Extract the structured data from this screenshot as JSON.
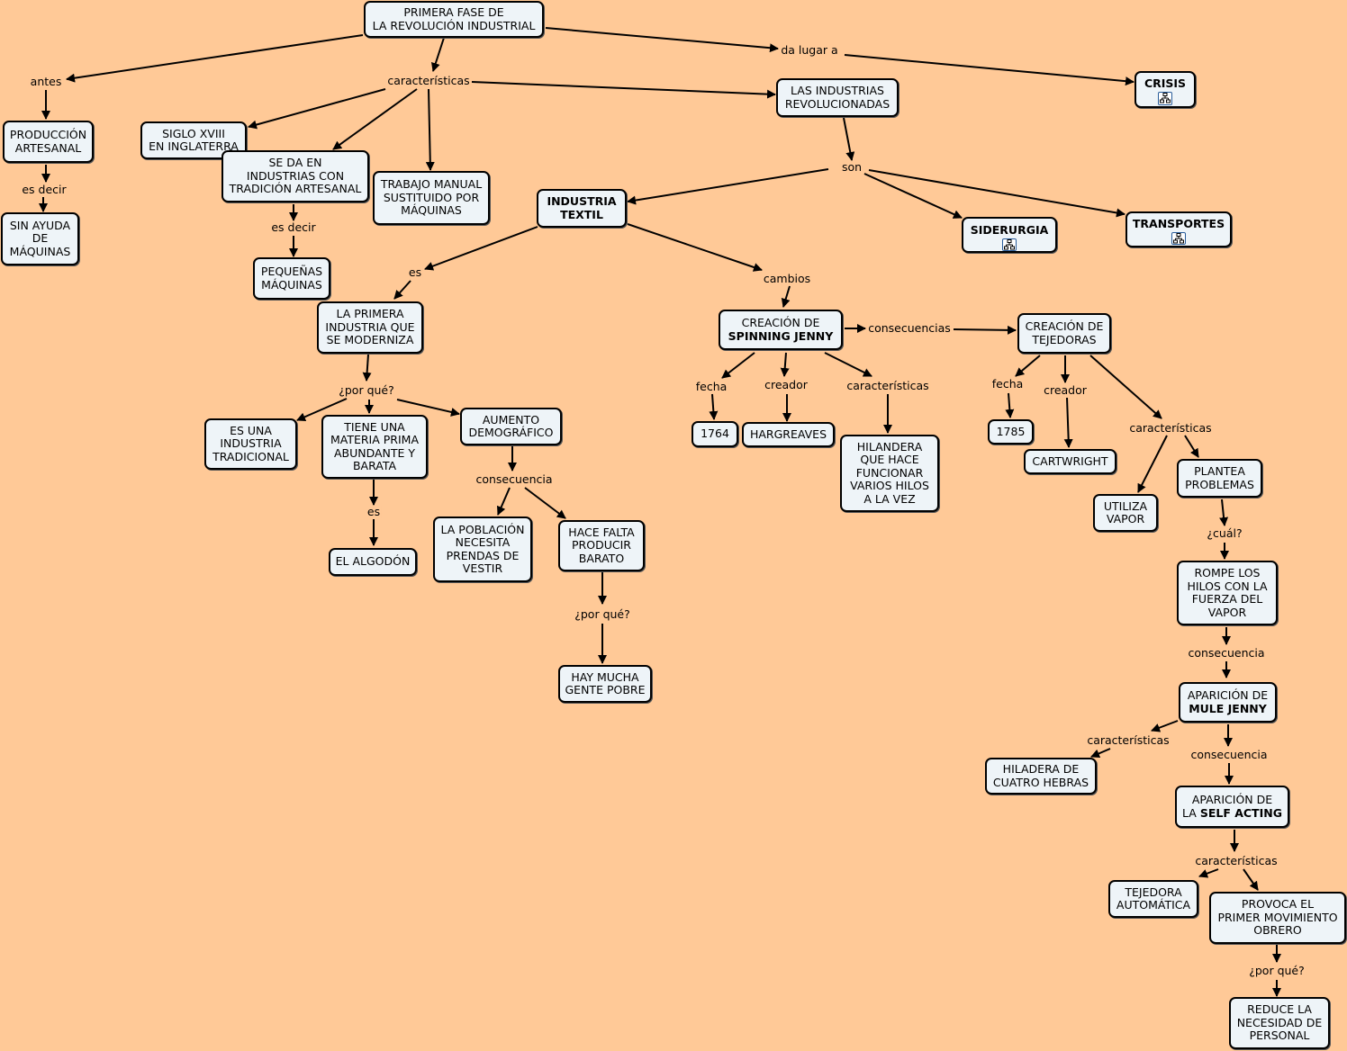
{
  "nodes": [
    {
      "id": "n_title",
      "text": "PRIMERA FASE DE\nLA REVOLUCIÓN INDUSTRIAL"
    },
    {
      "id": "n_crisis",
      "text": "CRISIS",
      "bold": true,
      "icon": "submap-icon"
    },
    {
      "id": "n_prod",
      "text": "PRODUCCIÓN\nARTESANAL"
    },
    {
      "id": "n_sinayuda",
      "text": "SIN AYUDA\nDE\nMÁQUINAS"
    },
    {
      "id": "n_siglo",
      "text": "SIGLO XVIII\nEN INGLATERRA"
    },
    {
      "id": "n_seda",
      "text": "SE DA EN\nINDUSTRIAS CON\nTRADICIÓN ARTESANAL"
    },
    {
      "id": "n_trabajo",
      "text": "TRABAJO MANUAL\nSUSTITUIDO POR\nMÁQUINAS"
    },
    {
      "id": "n_peq",
      "text": "PEQUEÑAS\nMÁQUINAS"
    },
    {
      "id": "n_indrev",
      "text": "LAS INDUSTRIAS\nREVOLUCIONADAS"
    },
    {
      "id": "n_textil",
      "text": "INDUSTRIA\nTEXTIL",
      "bold": true
    },
    {
      "id": "n_sider",
      "text": "SIDERURGIA",
      "bold": true,
      "icon": "submap-icon"
    },
    {
      "id": "n_transp",
      "text": "TRANSPORTES",
      "bold": true,
      "icon": "submap-icon"
    },
    {
      "id": "n_laprim",
      "text": "LA PRIMERA\nINDUSTRIA QUE\nSE MODERNIZA"
    },
    {
      "id": "n_esuna",
      "text": "ES UNA\nINDUSTRIA\nTRADICIONAL"
    },
    {
      "id": "n_tiene",
      "text": "TIENE UNA\nMATERIA PRIMA\nABUNDANTE Y\nBARATA"
    },
    {
      "id": "n_aumento",
      "text": "AUMENTO\nDEMOGRÁFICO"
    },
    {
      "id": "n_algodon",
      "text": "EL ALGODÓN"
    },
    {
      "id": "n_poblacion",
      "text": "LA POBLACIÓN\nNECESITA\nPRENDAS DE\nVESTIR"
    },
    {
      "id": "n_hacefalta",
      "text": "HACE FALTA\nPRODUCIR\nBARATO"
    },
    {
      "id": "n_haymucha",
      "text": "HAY MUCHA\nGENTE POBRE"
    },
    {
      "id": "n_spinning",
      "text": "CREACIÓN DE",
      "bold_line": "SPINNING JENNY"
    },
    {
      "id": "n_1764",
      "text": "1764"
    },
    {
      "id": "n_harg",
      "text": "HARGREAVES"
    },
    {
      "id": "n_hiland",
      "text": "HILANDERA\nQUE HACE\nFUNCIONAR\nVARIOS HILOS\nA LA VEZ"
    },
    {
      "id": "n_tejed",
      "text": "CREACIÓN DE\nTEJEDORAS"
    },
    {
      "id": "n_1785",
      "text": "1785"
    },
    {
      "id": "n_cart",
      "text": "CARTWRIGHT"
    },
    {
      "id": "n_utiliza",
      "text": "UTILIZA\nVAPOR"
    },
    {
      "id": "n_plantea",
      "text": "PLANTEA\nPROBLEMAS"
    },
    {
      "id": "n_rompe",
      "text": "ROMPE LOS\nHILOS CON LA\nFUERZA DEL\nVAPOR"
    },
    {
      "id": "n_mule",
      "text": "APARICIÓN DE",
      "bold_line": "MULE JENNY"
    },
    {
      "id": "n_hilad4",
      "text": "HILADERA DE\nCUATRO HEBRAS"
    },
    {
      "id": "n_self",
      "text": "APARICIÓN DE\nLA ",
      "bold_inline": "SELF ACTING"
    },
    {
      "id": "n_tejauto",
      "text": "TEJEDORA\nAUTOMÁTICA"
    },
    {
      "id": "n_provoca",
      "text": "PROVOCA EL\nPRIMER MOVIMIENTO\nOBRERO"
    },
    {
      "id": "n_reduce",
      "text": "REDUCE LA\nNECESIDAD DE\nPERSONAL"
    }
  ],
  "labels": [
    {
      "id": "l_antes",
      "text": "antes"
    },
    {
      "id": "l_caract1",
      "text": "características"
    },
    {
      "id": "l_dalugar",
      "text": "da lugar a"
    },
    {
      "id": "l_esdecir1",
      "text": "es decir"
    },
    {
      "id": "l_esdecir2",
      "text": "es decir"
    },
    {
      "id": "l_son",
      "text": "son"
    },
    {
      "id": "l_es1",
      "text": "es"
    },
    {
      "id": "l_cambios",
      "text": "cambios"
    },
    {
      "id": "l_porque1",
      "text": "¿por qué?"
    },
    {
      "id": "l_es2",
      "text": "es"
    },
    {
      "id": "l_consec1",
      "text": "consecuencia"
    },
    {
      "id": "l_porque2",
      "text": "¿por qué?"
    },
    {
      "id": "l_consecs",
      "text": "consecuencias"
    },
    {
      "id": "l_fecha1",
      "text": "fecha"
    },
    {
      "id": "l_creador1",
      "text": "creador"
    },
    {
      "id": "l_caract2",
      "text": "características"
    },
    {
      "id": "l_fecha2",
      "text": "fecha"
    },
    {
      "id": "l_creador2",
      "text": "creador"
    },
    {
      "id": "l_caract3",
      "text": "características"
    },
    {
      "id": "l_cual",
      "text": "¿cuál?"
    },
    {
      "id": "l_consec2",
      "text": "consecuencia"
    },
    {
      "id": "l_caract4",
      "text": "características"
    },
    {
      "id": "l_consec3",
      "text": "consecuencia"
    },
    {
      "id": "l_caract5",
      "text": "características"
    },
    {
      "id": "l_porque3",
      "text": "¿por qué?"
    }
  ]
}
